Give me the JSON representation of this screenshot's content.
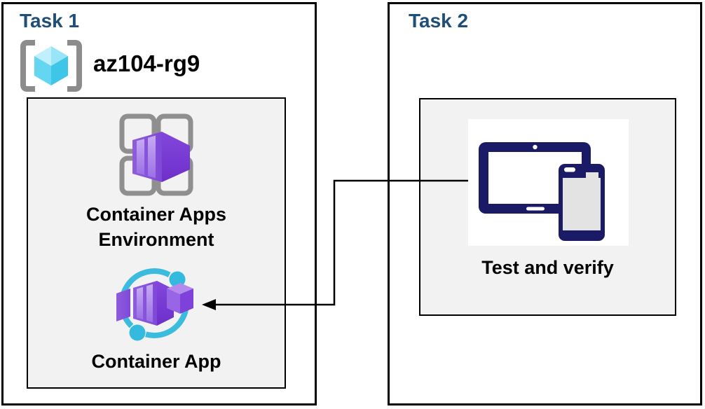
{
  "diagram": {
    "task1": {
      "title": "Task 1",
      "resource_group_name": "az104-rg9",
      "environment_label": "Container Apps Environment",
      "app_label": "Container App"
    },
    "task2": {
      "title": "Task 2",
      "test_label": "Test and verify"
    },
    "connector": {
      "from": "Test and verify",
      "to": "Container App"
    },
    "icons": {
      "resource_group": "resource-group-icon",
      "environment": "container-apps-environment-icon",
      "app": "container-app-icon",
      "test": "devices-icon"
    },
    "colors": {
      "task_title": "#1F4E79",
      "panel_bg": "#FFFFFF",
      "inner_panel_bg": "#F2F2F2",
      "border": "#000000",
      "label_text": "#000000",
      "connector_line": "#000000",
      "azure_purple": "#8A55DA",
      "azure_purple_dark": "#7438D2",
      "azure_purple_light": "#C0A0F1",
      "azure_cyan": "#3BBCDE",
      "cube_blue_top_left": "#BFF0FB",
      "cube_blue_top_right": "#97E5F6",
      "cube_blue_left": "#64D6F1",
      "cube_blue_right": "#3EC6E9",
      "bracket_gray": "#8C8C8C",
      "grid_gray": "#8F8F8F",
      "device_navy": "#1A1A66",
      "device_screen": "#E3E3E3"
    }
  }
}
